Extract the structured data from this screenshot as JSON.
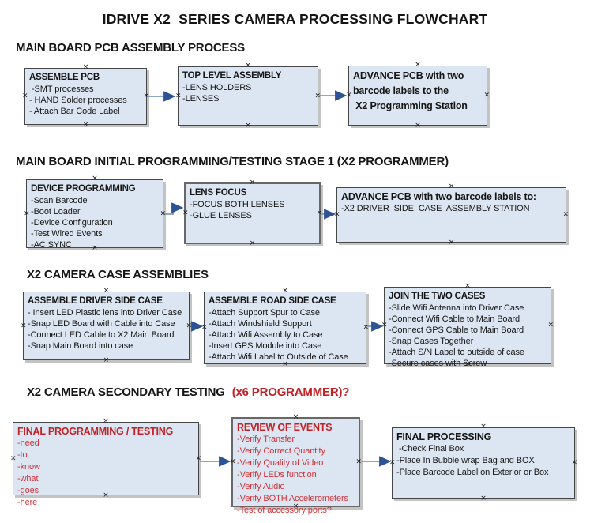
{
  "title": "IDRIVE X2  SERIES CAMERA PROCESSING FLOWCHART",
  "glyphs": {
    "anchor": "×",
    "arrowhead": "▶"
  },
  "colors": {
    "box_fill": "#dce6f2",
    "box_border": "#474747",
    "ink": "#151515",
    "red_title": "#c42127",
    "red_item": "#cf3339",
    "arrow_line": "#7b99c4",
    "arrow_head": "#2e5395"
  },
  "sections": [
    {
      "heading": "MAIN BOARD PCB ASSEMBLY PROCESS",
      "boxes": [
        {
          "title": "ASSEMBLE PCB",
          "items": [
            " -SMT processes",
            "- HAND Solder processes",
            "- Attach Bar Code Label"
          ]
        },
        {
          "title": "TOP LEVEL ASSEMBLY",
          "items": [
            "-LENS HOLDERS",
            "-LENSES"
          ]
        },
        {
          "title": "ADVANCE PCB with two\nbarcode labels to the\n X2 Programming Station",
          "items": []
        }
      ]
    },
    {
      "heading": "MAIN BOARD INITIAL PROGRAMMING/TESTING STAGE 1 (X2 PROGRAMMER)",
      "boxes": [
        {
          "title": "DEVICE PROGRAMMING",
          "items": [
            "-Scan Barcode",
            "-Boot Loader",
            "-Device Configuration",
            "-Test Wired Events",
            "-AC SYNC"
          ]
        },
        {
          "title": "LENS FOCUS",
          "items": [
            "-FOCUS BOTH LENSES",
            "-GLUE LENSES"
          ]
        },
        {
          "title": "ADVANCE PCB with two barcode labels to:",
          "items": [
            "-X2 DRIVER  SIDE  CASE  ASSEMBLY STATION"
          ]
        }
      ]
    },
    {
      "heading": "X2 CAMERA CASE ASSEMBLIES",
      "boxes": [
        {
          "title": "ASSEMBLE DRIVER SIDE CASE",
          "items": [
            "- Insert LED Plastic lens into Driver Case",
            "-Snap LED Board with Cable into Case",
            "-Connect LED Cable to X2 Main Board",
            "-Snap Main Board into case"
          ]
        },
        {
          "title": "ASSEMBLE ROAD SIDE CASE",
          "items": [
            "-Attach Support Spur to Case",
            "-Attach Windshield Support",
            "-Attach Wifi Assembly to Case",
            "-Insert GPS Module into Case",
            "-Attach Wifi Label to Outside of Case"
          ]
        },
        {
          "title": "JOIN THE TWO CASES",
          "items": [
            "-Slide Wifi Antenna into Driver Case",
            "-Connect Wifi Cable to Main Board",
            "-Connect GPS Cable to Main Board",
            "-Snap Cases Together",
            "-Attach S/N Label to outside of case",
            "-Secure cases with Screw"
          ]
        }
      ]
    },
    {
      "heading": "X2 CAMERA SECONDARY TESTING",
      "heading_red": "(x6 PROGRAMMER)?",
      "boxes": [
        {
          "title": "FINAL PROGRAMMING / TESTING",
          "items": [
            "-need",
            "-to",
            "-know",
            "-what",
            "-goes",
            "-here"
          ]
        },
        {
          "title": "REVIEW OF EVENTS",
          "items": [
            "-Verify Transfer",
            "-Verify Correct Quantity",
            "-Verify Quality of Video",
            "-Verify LEDs function",
            "-Verify Audio",
            "-Verify BOTH Accelerometers",
            "-Test of accessory ports?"
          ]
        },
        {
          "title": "FINAL PROCESSING",
          "items": [
            " -Check Final Box",
            "-Place In Bubble wrap Bag and BOX",
            "-Place Barcode Label on Exterior or Box"
          ]
        }
      ]
    }
  ]
}
